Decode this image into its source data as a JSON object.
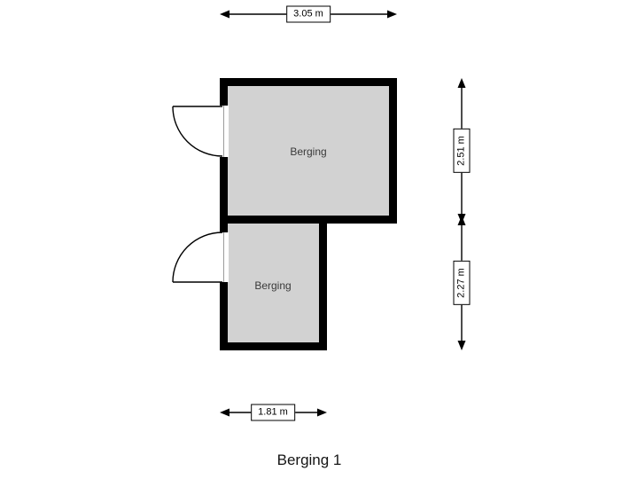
{
  "floorplan": {
    "title": "Berging 1",
    "rooms": [
      {
        "label": "Berging"
      },
      {
        "label": "Berging"
      }
    ],
    "dimensions": {
      "top": "3.05 m",
      "right_upper": "2.51 m",
      "right_lower": "2.27 m",
      "bottom": "1.81 m"
    },
    "colors": {
      "wall": "#000000",
      "room_fill": "#d2d2d2",
      "background": "#ffffff",
      "dimension_border": "#000000"
    }
  }
}
